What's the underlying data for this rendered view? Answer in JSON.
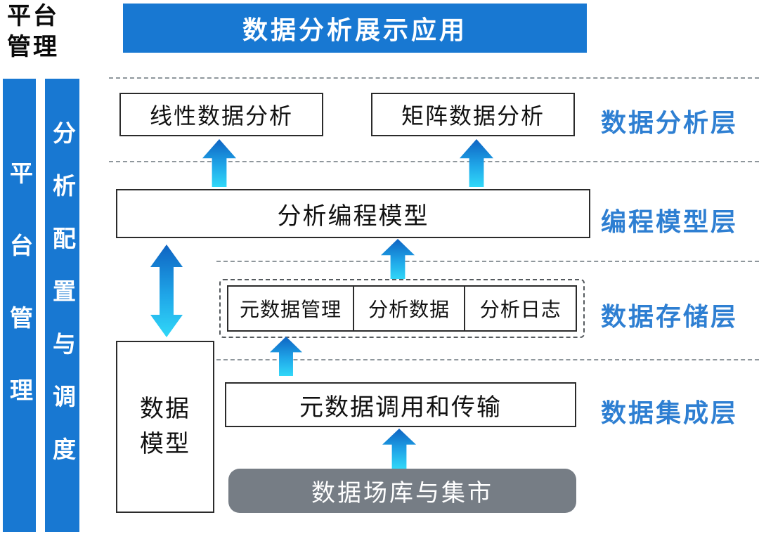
{
  "header": {
    "corner_label": "平台\n管理",
    "banner": "数据分析展示应用"
  },
  "sidebars": {
    "platform": "平台管理",
    "config": "分析配置与调度"
  },
  "layer_labels": {
    "analysis": "数据分析层",
    "programming": "编程模型层",
    "storage": "数据存储层",
    "integration": "数据集成层"
  },
  "nodes": {
    "linear": "线性数据分析",
    "matrix": "矩阵数据分析",
    "prog_model": "分析编程模型",
    "storage_cells": [
      "元数据管理",
      "分析数据",
      "分析日志"
    ],
    "data_model": "数据\n模型",
    "metadata_transfer": "元数据调用和传输",
    "warehouse": "数据场库与集市"
  },
  "colors": {
    "banner_blue": "#1878d2",
    "label_blue": "#2e7fd2",
    "arrow_dark": "#0e63c2",
    "arrow_mid": "#1fa6e8",
    "arrow_light": "#31d8f8",
    "warehouse_gray": "#767d85"
  }
}
